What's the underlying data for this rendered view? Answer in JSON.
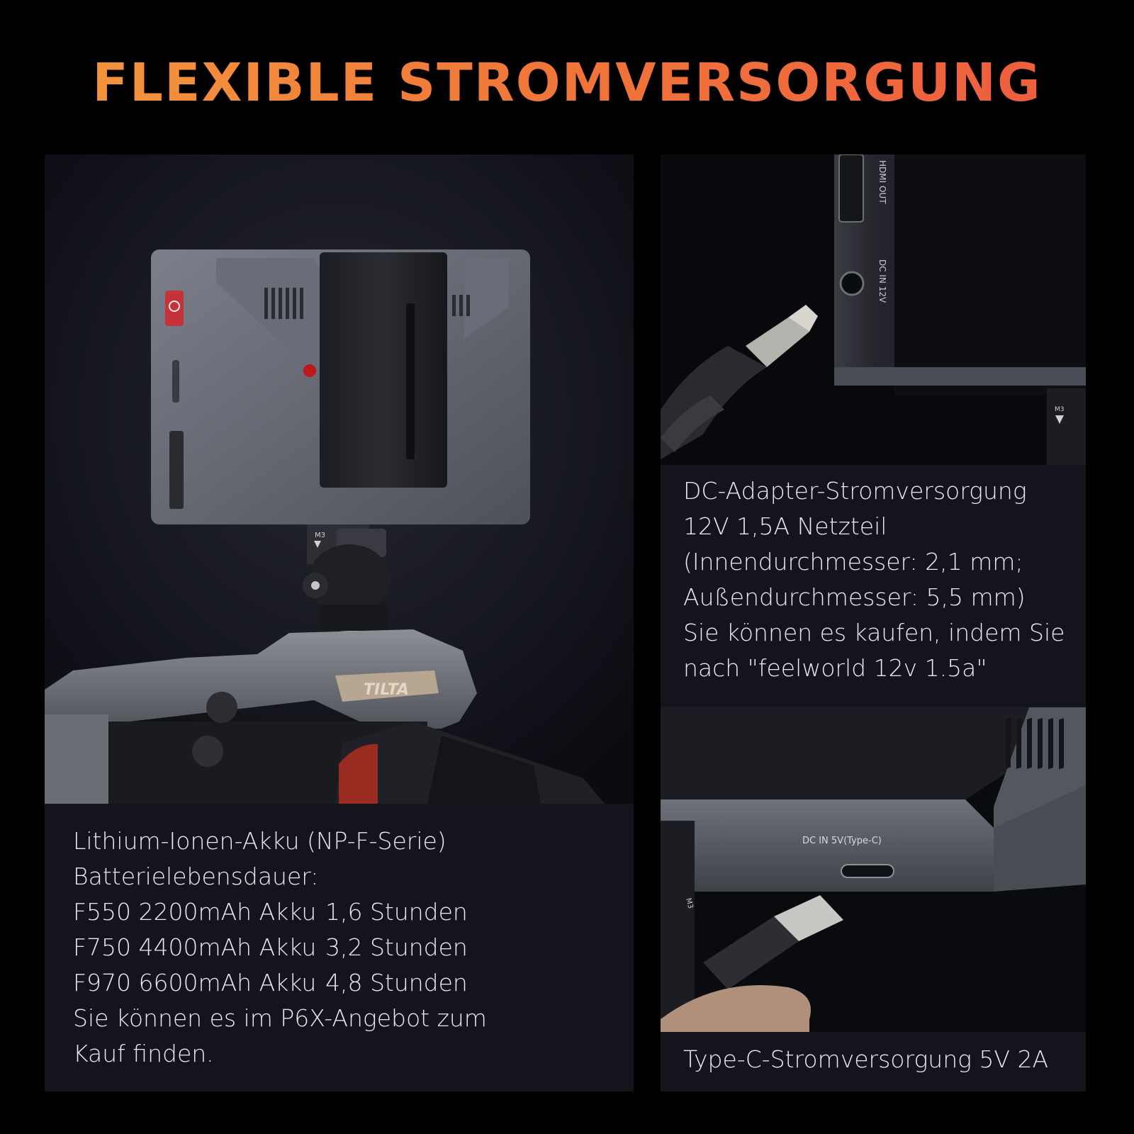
{
  "header": {
    "title": "FLEXIBLE STROMVERSORGUNG"
  },
  "left_panel": {
    "image": {
      "description_icon": "monitor-with-npf-battery-photo",
      "device_labels": {
        "brand": "TILTA",
        "mount": "M3"
      }
    },
    "caption": {
      "line1": "Lithium-Ionen-Akku (NP-F-Serie)",
      "line2": "Batterielebensdauer:",
      "rows": [
        {
          "model": "F550 2200mAh Akku",
          "duration": "1,6 Stunden"
        },
        {
          "model": "F750 4400mAh Akku",
          "duration": "3,2 Stunden"
        },
        {
          "model": "F970 6600mAh Akku",
          "duration": "4,8 Stunden"
        }
      ],
      "line6": "Sie können es im P6X-Angebot zum",
      "line7": "Kauf finden."
    }
  },
  "right_top_panel": {
    "image": {
      "description_icon": "dc-barrel-plug-photo",
      "port_labels": {
        "hdmi": "HDMI OUT",
        "dc": "DC IN 12V",
        "mount": "M3"
      }
    },
    "caption": {
      "lines": [
        "DC-Adapter-Stromversorgung",
        "12V 1,5A Netzteil",
        "(Innendurchmesser: 2,1 mm;",
        "Außendurchmesser: 5,5 mm)",
        "Sie können es kaufen, indem Sie",
        "nach \"feelworld 12v 1.5a\""
      ]
    }
  },
  "right_bottom_panel": {
    "image": {
      "description_icon": "usb-type-c-plug-photo",
      "port_labels": {
        "typec": "DC IN 5V(Type-C)",
        "mount": "M3"
      }
    },
    "caption": {
      "line1": "Type-C-Stromversorgung 5V 2A"
    }
  }
}
